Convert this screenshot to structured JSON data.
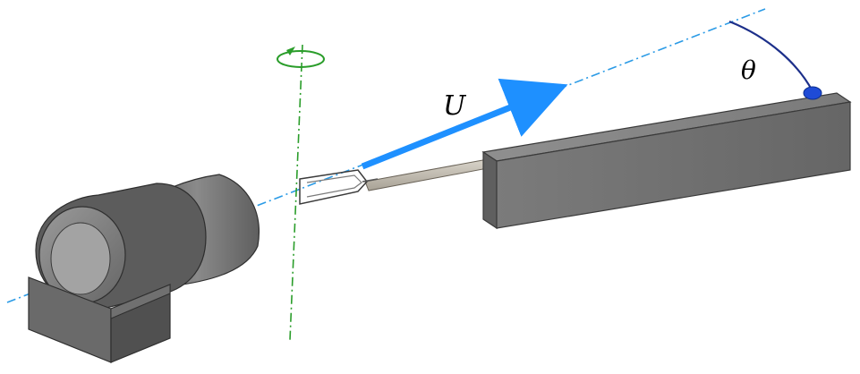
{
  "labels": {
    "velocity": "U",
    "angle": "θ"
  },
  "colors": {
    "flow_axis": "#2b9be6",
    "velocity_arrow": "#1e90ff",
    "rotation_axis": "#2a9d2a",
    "angle_arc": "#1c2f8a",
    "sensor_dot": "#1f4bd6",
    "metal_dark": "#4a4a4a",
    "metal_mid": "#6d6d6d",
    "metal_light": "#8a8a8a",
    "plate_top": "#9a9a9a",
    "plate_front": "#7a7a7a",
    "plate_side": "#5f5f5f",
    "rod": "#b7b2a8"
  },
  "components": [
    "nozzle",
    "probe-tip",
    "probe-rod",
    "support-plate",
    "rotation-axis",
    "flow-axis",
    "velocity-vector",
    "angle-arc"
  ]
}
